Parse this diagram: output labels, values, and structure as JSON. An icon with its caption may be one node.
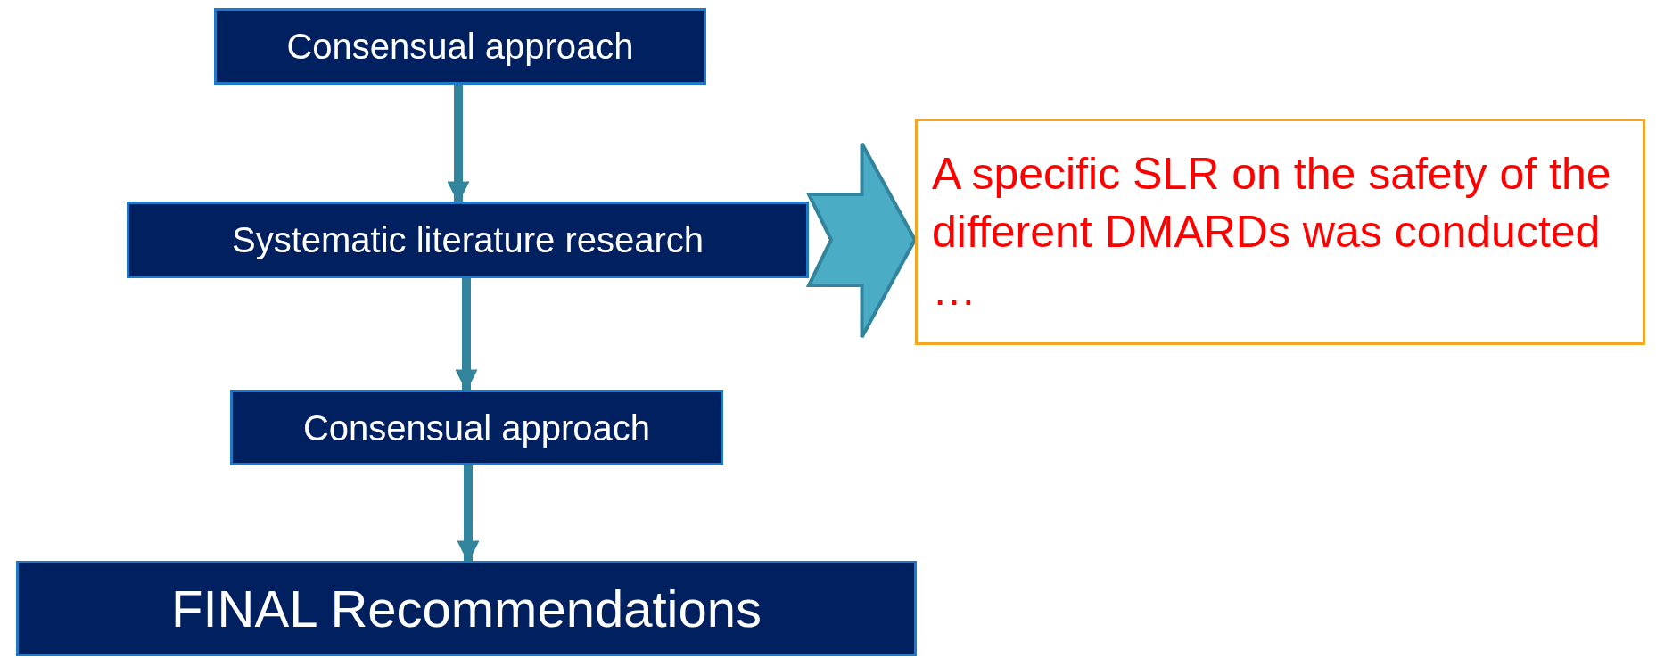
{
  "diagram": {
    "nodes": [
      {
        "text": [
          "Consensual approach"
        ]
      },
      {
        "text": [
          "Systematic literature research"
        ]
      },
      {
        "text": [
          "Consensual approach"
        ]
      },
      {
        "text": [
          "FINAL Recommendations"
        ]
      },
      {
        "text": [
          "A specific SLR on the safety of the different DMARDs was conducted …"
        ]
      }
    ],
    "edges": [
      {
        "from": 0,
        "to": 1,
        "arrow": "to"
      },
      {
        "from": 1,
        "to": 2,
        "arrow": "to"
      },
      {
        "from": 2,
        "to": 3,
        "arrow": "to"
      },
      {
        "from": 1,
        "to": 4,
        "arrow": "to",
        "style": "thick",
        "color": "#4bacc6"
      }
    ]
  }
}
